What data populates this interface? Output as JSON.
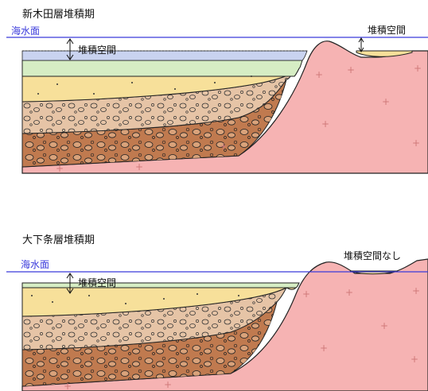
{
  "panels": [
    {
      "title": "新木田層堆積期",
      "sea_level_label": "海水面",
      "space_label": "堆積空間",
      "right_label": "堆積空間"
    },
    {
      "title": "大下条層堆積期",
      "sea_level_label": "海水面",
      "space_label": "堆積空間",
      "right_label": "堆積空間なし"
    }
  ],
  "colors": {
    "sea_line": "#3a3adb",
    "sea_label": "#3a3adb",
    "basement": "#f6b3b3",
    "blue_layer": "#c9d3f0",
    "green_layer": "#d6edc4",
    "yellow_layer": "#f7e09a",
    "tan_layer": "#e6c4a6",
    "brown_layer": "#c07a4f",
    "plus_mark": "#d07a7a"
  }
}
